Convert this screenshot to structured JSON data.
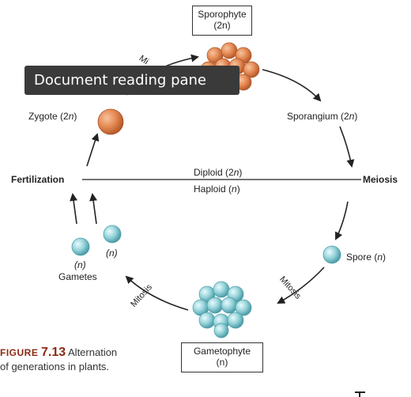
{
  "tooltip": {
    "text": "Document reading pane"
  },
  "sporophyte": {
    "name": "Sporophyte",
    "ploidy": "(2n)"
  },
  "gametophyte": {
    "name": "Gametophyte",
    "ploidy": "(n)"
  },
  "labels": {
    "zygote": "Zygote (2",
    "zygote_n": "n",
    "zygote_close": ")",
    "sporangium": "Sporangium (2",
    "sporangium_n": "n",
    "sporangium_close": ")",
    "fertilization": "Fertilization",
    "meiosis": "Meiosis",
    "diploid": "Diploid (2",
    "diploid_n": "n",
    "diploid_close": ")",
    "haploid": "Haploid (",
    "haploid_n": "n",
    "haploid_close": ")",
    "spore": "Spore (",
    "spore_n": "n",
    "spore_close": ")",
    "gamete_left_ploidy": "(n)",
    "gamete_right_ploidy": "(n)",
    "gametes": "Gametes",
    "mitosis_left": "Mitosis",
    "mitosis_right": "Mitosis",
    "mitosis_top": "Mi"
  },
  "caption": {
    "figure_word": "Figure",
    "figure_number": "7.13",
    "line1_text": "Alternation",
    "line2_text": "of generations in plants."
  },
  "colors": {
    "sporophyte": "#e08a55",
    "zygote": "#e8875a",
    "gametophyte": "#8fd0d6",
    "gamete": "#a6dde3",
    "caption_accent": "#8a2a12"
  }
}
